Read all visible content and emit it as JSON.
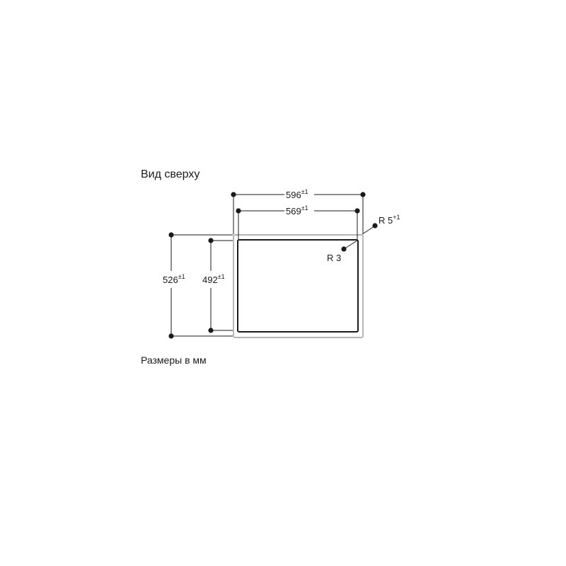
{
  "view": {
    "title": "Вид сверху",
    "units_note": "Размеры в мм"
  },
  "dimensions": {
    "outer_width": {
      "value": "596",
      "tolerance": "±1"
    },
    "inner_width": {
      "value": "569",
      "tolerance": "±1"
    },
    "outer_depth": {
      "value": "526",
      "tolerance": "±1"
    },
    "inner_depth": {
      "value": "492",
      "tolerance": "±1"
    },
    "outer_radius": {
      "value": "R 5",
      "tolerance": "+1"
    },
    "inner_radius": {
      "value": "R 3"
    }
  },
  "colors": {
    "line": "#1a1a1a",
    "frame": "#9a9a9a"
  }
}
